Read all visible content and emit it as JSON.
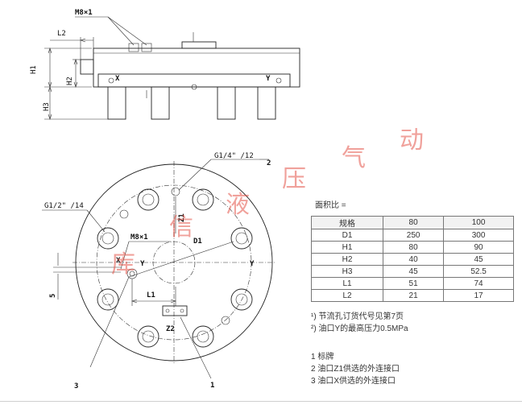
{
  "labels": {
    "thread_m8_top": "M8×1",
    "dim_l2": "L2",
    "dim_h1": "H1",
    "dim_h2": "H2",
    "dim_h3": "H3",
    "port_x_side": "X",
    "port_y_side": "Y",
    "thread_g14": "G1/4\" /12",
    "thread_g12": "G1/2\" /14",
    "port_z1": "Z1",
    "thread_m8_plan": "M8×1",
    "dim_d1": "D1",
    "port_x_plan": "X",
    "port_y_plan": "Y",
    "port_y_right": "Y",
    "dim_l1": "L1",
    "port_z2": "Z2",
    "dim_5": "5",
    "callout_1": "1",
    "callout_2": "2",
    "callout_3": "3"
  },
  "watermark": [
    "库",
    "信",
    "液",
    "压",
    "气",
    "动"
  ],
  "ratio_label": "面积比    =",
  "spec_table": {
    "header": [
      "规格",
      "80",
      "100"
    ],
    "rows": [
      [
        "D1",
        "250",
        "300"
      ],
      [
        "H1",
        "80",
        "90"
      ],
      [
        "H2",
        "40",
        "45"
      ],
      [
        "H3",
        "45",
        "52.5"
      ],
      [
        "L1",
        "51",
        "74"
      ],
      [
        "L2",
        "21",
        "17"
      ]
    ]
  },
  "notes": [
    "¹) 节流孔订货代号见第7页",
    "²) 油口Y的最高压力0.5MPa"
  ],
  "legend": [
    "1 标牌",
    "2 油口Z1供选的外连接口",
    "3 油口X供选的外连接口"
  ],
  "colors": {
    "line": "#222222",
    "watermark": "#e4564a",
    "table_border": "#777777"
  }
}
